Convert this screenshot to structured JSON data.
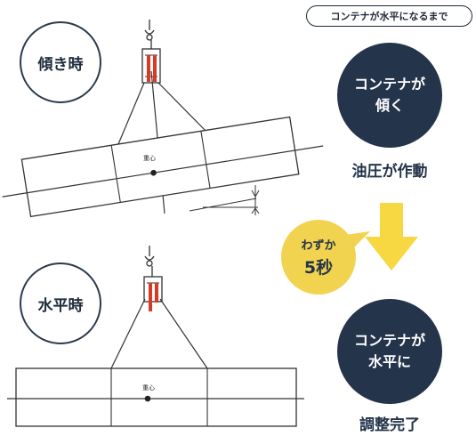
{
  "colors": {
    "navy": "#24344a",
    "yellow_arrow": "#f7d843",
    "bubble_yellow": "#f2d34f",
    "red_mechanism": "#d93a26",
    "line": "#333333"
  },
  "left": {
    "tilted": {
      "label": "傾き時",
      "center_label": "重心"
    },
    "level": {
      "label": "水平時",
      "center_label": "重心"
    }
  },
  "right": {
    "header": "コンテナが水平になるまで",
    "top_circle": {
      "line1": "コンテナが",
      "line2": "傾く"
    },
    "action_text": "油圧が作動",
    "bubble": {
      "line1": "わずか",
      "line2": "5秒"
    },
    "bottom_circle": {
      "line1": "コンテナが",
      "line2": "水平に"
    },
    "result_text": "調整完了"
  }
}
